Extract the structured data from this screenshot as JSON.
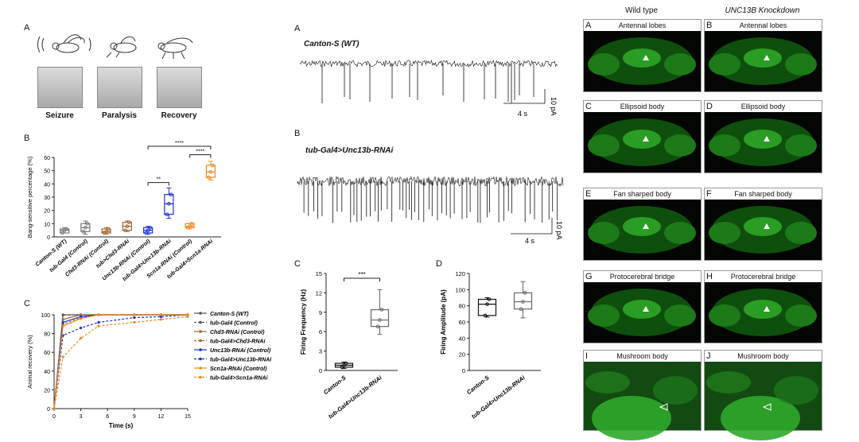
{
  "left": {
    "panel_a_label": "A",
    "panel_b_label": "B",
    "panel_c_label": "C",
    "photo_captions": [
      "Seizure",
      "Paralysis",
      "Recovery"
    ],
    "bang": {
      "ylabel": "Bang-sensitive percentage (%)",
      "yticks": [
        "0",
        "10",
        "20",
        "30",
        "40",
        "50",
        "60"
      ],
      "categories": [
        "Canton-S (WT)",
        "tub-Gal4 (Control)",
        "Chd3-RNAi (Control)",
        "tub>Chd3-RNAi",
        "Unc13b-RNAi (Control)",
        "tub-Gal4>Unc13b-RNAi",
        "Scn1a-RNAi (Control)",
        "tub-Gal4>Scn1a-RNAi"
      ],
      "sig1": "**",
      "sig2": "****",
      "sig3": "****"
    },
    "recovery": {
      "ylabel": "Animal recovery (%)",
      "xlabel": "Time (s)",
      "yticks": [
        "0",
        "20",
        "40",
        "60",
        "80",
        "100"
      ],
      "xticks": [
        "0",
        "3",
        "6",
        "9",
        "12",
        "15"
      ],
      "legend": [
        "Canton-S (WT)",
        "tub-Gal4 (Control)",
        "Chd3-RNAi (Control)",
        "tub-Gal4>Chd3-RNAi",
        "Unc13b-RNAi (Control)",
        "tub-Gal4>Unc13b-RNAi",
        "Scn1a-RNAi (Control)",
        "tub-Gal4>Scn1a-RNAi"
      ]
    }
  },
  "middle": {
    "trace_a_label": "A",
    "trace_a_title": "Canton-S (WT)",
    "trace_b_label": "B",
    "trace_b_title": "tub-Gal4>Unc13b-RNAi",
    "scale_current": "10 pA",
    "scale_time": "4 s",
    "freq": {
      "label": "C",
      "ylabel": "Firing Frequency (Hz)",
      "yticks": [
        "0",
        "3",
        "6",
        "9",
        "12",
        "15"
      ],
      "categories": [
        "Canton-S",
        "tub-Gal4>Unc13b-RNAi"
      ],
      "sig": "***"
    },
    "amp": {
      "label": "D",
      "ylabel": "Firing Amplitude (pA)",
      "yticks": [
        "0",
        "20",
        "40",
        "60",
        "80",
        "100",
        "120"
      ],
      "categories": [
        "Canton-S",
        "tub-Gal4>Unc13b-RNAi"
      ]
    }
  },
  "right": {
    "col1_header": "Wild type",
    "col2_header": "UNC13B Knockdown",
    "panels": [
      {
        "letter": "A",
        "title": "Antennal lobes"
      },
      {
        "letter": "B",
        "title": "Antennal lobes"
      },
      {
        "letter": "C",
        "title": "Ellipsoid body"
      },
      {
        "letter": "D",
        "title": "Ellipsoid body"
      },
      {
        "letter": "E",
        "title": "Fan sharped body"
      },
      {
        "letter": "F",
        "title": "Fan sharped body"
      },
      {
        "letter": "G",
        "title": "Protocerebral bridge"
      },
      {
        "letter": "H",
        "title": "Protocerebral bridge"
      },
      {
        "letter": "I",
        "title": "Mushroom body"
      },
      {
        "letter": "J",
        "title": "Mushroom body"
      }
    ]
  },
  "chart_data": [
    {
      "type": "box",
      "ylabel": "Bang-sensitive percentage (%)",
      "ylim": [
        0,
        60
      ],
      "categories": [
        "Canton-S (WT)",
        "tub-Gal4 (Control)",
        "Chd3-RNAi (Control)",
        "tub>Chd3-RNAi",
        "Unc13b-RNAi (Control)",
        "tub-Gal4>Unc13b-RNAi",
        "Scn1a-RNAi (Control)",
        "tub-Gal4>Scn1a-RNAi"
      ],
      "medians": [
        5,
        7,
        4,
        8,
        5,
        25,
        8,
        49
      ],
      "q1": [
        3,
        4,
        3,
        5,
        3,
        17,
        7,
        45
      ],
      "q3": [
        6,
        10,
        6,
        11,
        7,
        32,
        10,
        54
      ],
      "min": [
        3,
        2,
        2,
        4,
        2,
        14,
        6,
        43
      ],
      "max": [
        7,
        12,
        7,
        12,
        8,
        37,
        10,
        57
      ]
    },
    {
      "type": "line",
      "xlabel": "Time (s)",
      "ylabel": "Animal recovery (%)",
      "xlim": [
        0,
        15
      ],
      "ylim": [
        0,
        100
      ],
      "x": [
        0,
        1,
        3,
        5,
        9,
        12,
        15
      ],
      "series": [
        {
          "name": "Canton-S (WT)",
          "values": [
            0,
            100,
            100,
            100,
            100,
            100,
            100
          ]
        },
        {
          "name": "tub-Gal4 (Control)",
          "values": [
            0,
            100,
            100,
            100,
            100,
            100,
            100
          ]
        },
        {
          "name": "Chd3-RNAi (Control)",
          "values": [
            0,
            95,
            100,
            100,
            100,
            100,
            100
          ]
        },
        {
          "name": "tub-Gal4>Chd3-RNAi",
          "values": [
            0,
            90,
            97,
            100,
            100,
            100,
            100
          ]
        },
        {
          "name": "Unc13b-RNAi (Control)",
          "values": [
            0,
            92,
            98,
            100,
            100,
            100,
            100
          ]
        },
        {
          "name": "tub-Gal4>Unc13b-RNAi",
          "values": [
            0,
            78,
            86,
            92,
            97,
            98,
            100
          ]
        },
        {
          "name": "Scn1a-RNAi (Control)",
          "values": [
            0,
            88,
            96,
            100,
            100,
            100,
            100
          ]
        },
        {
          "name": "tub-Gal4>Scn1a-RNAi",
          "values": [
            0,
            55,
            75,
            88,
            92,
            95,
            98
          ]
        }
      ]
    },
    {
      "type": "box",
      "ylabel": "Firing Frequency (Hz)",
      "ylim": [
        0,
        15
      ],
      "categories": [
        "Canton-S",
        "tub-Gal4>Unc13b-RNAi"
      ],
      "medians": [
        0.8,
        7.8
      ],
      "q1": [
        0.5,
        6.8
      ],
      "q3": [
        1.1,
        9.4
      ],
      "min": [
        0.3,
        5.6
      ],
      "max": [
        1.3,
        12.5
      ]
    },
    {
      "type": "box",
      "ylabel": "Firing Amplitude (pA)",
      "ylim": [
        0,
        120
      ],
      "categories": [
        "Canton-S",
        "tub-Gal4>Unc13b-RNAi"
      ],
      "medians": [
        82,
        85
      ],
      "q1": [
        68,
        76
      ],
      "q3": [
        88,
        96
      ],
      "min": [
        66,
        65
      ],
      "max": [
        90,
        110
      ]
    }
  ]
}
